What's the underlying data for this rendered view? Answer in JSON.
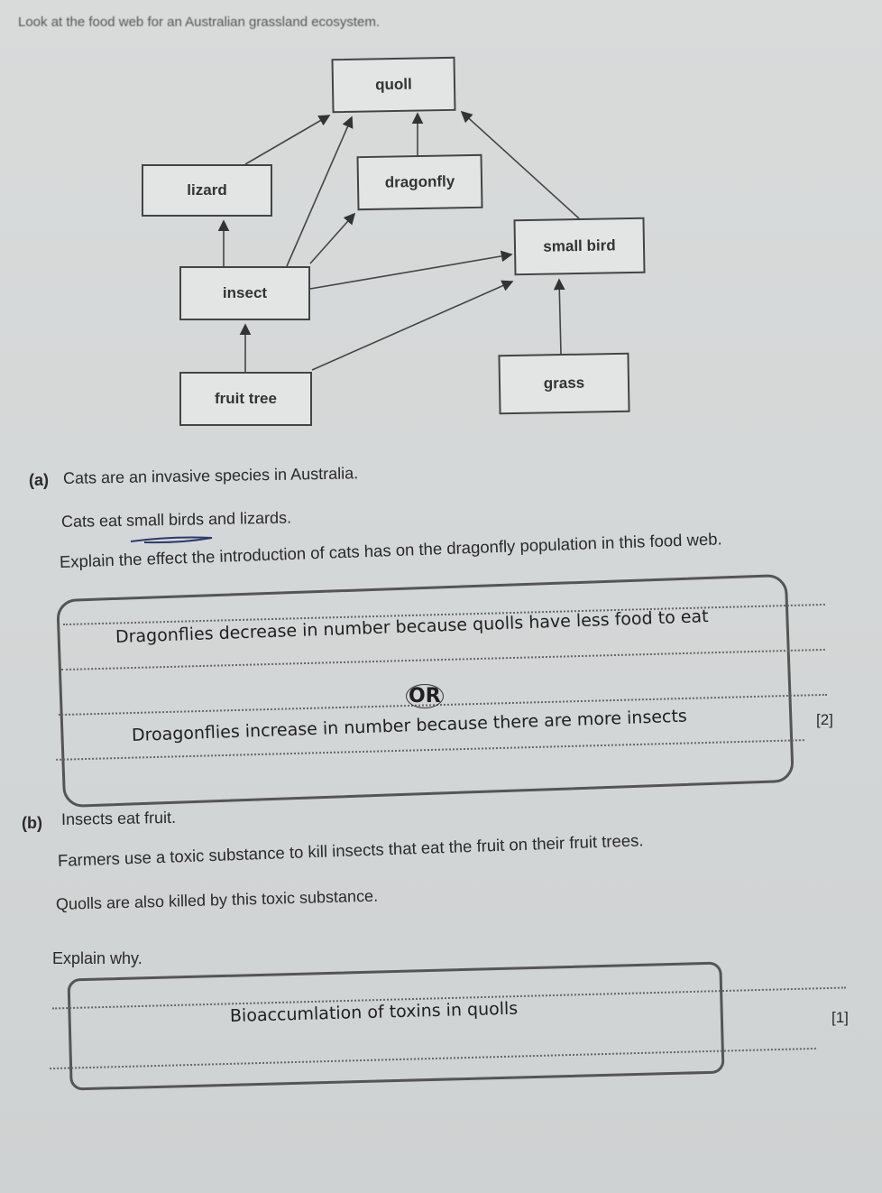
{
  "intro": "Look at the food web for an Australian grassland ecosystem.",
  "food_web": {
    "nodes": [
      "quoll",
      "lizard",
      "dragonfly",
      "small bird",
      "insect",
      "fruit tree",
      "grass"
    ],
    "arrows": [
      [
        "lizard",
        "quoll"
      ],
      [
        "insect",
        "quoll"
      ],
      [
        "dragonfly",
        "quoll"
      ],
      [
        "small bird",
        "quoll"
      ],
      [
        "insect",
        "lizard"
      ],
      [
        "insect",
        "dragonfly"
      ],
      [
        "insect",
        "small bird"
      ],
      [
        "fruit tree",
        "insect"
      ],
      [
        "fruit tree",
        "small bird"
      ],
      [
        "grass",
        "small bird"
      ]
    ]
  },
  "part_a": {
    "label": "(a)",
    "line1": "Cats are an invasive species in Australia.",
    "line2": "Cats eat small birds and lizards.",
    "question": "Explain the effect the introduction of cats has on the dragonfly population in this food web.",
    "answer1": "Dragonflies decrease in number because quolls have less food to eat",
    "or": "OR",
    "answer2": "Droagonflies increase in number because there are more insects",
    "marks": "[2]"
  },
  "part_b": {
    "label": "(b)",
    "line1": "Insects eat fruit.",
    "line2": "Farmers use a toxic substance to kill insects that eat the fruit on their fruit trees.",
    "line3": "Quolls are also killed by this toxic substance.",
    "question": "Explain why.",
    "answer": "Bioaccumlation of toxins in quolls",
    "marks": "[1]"
  }
}
